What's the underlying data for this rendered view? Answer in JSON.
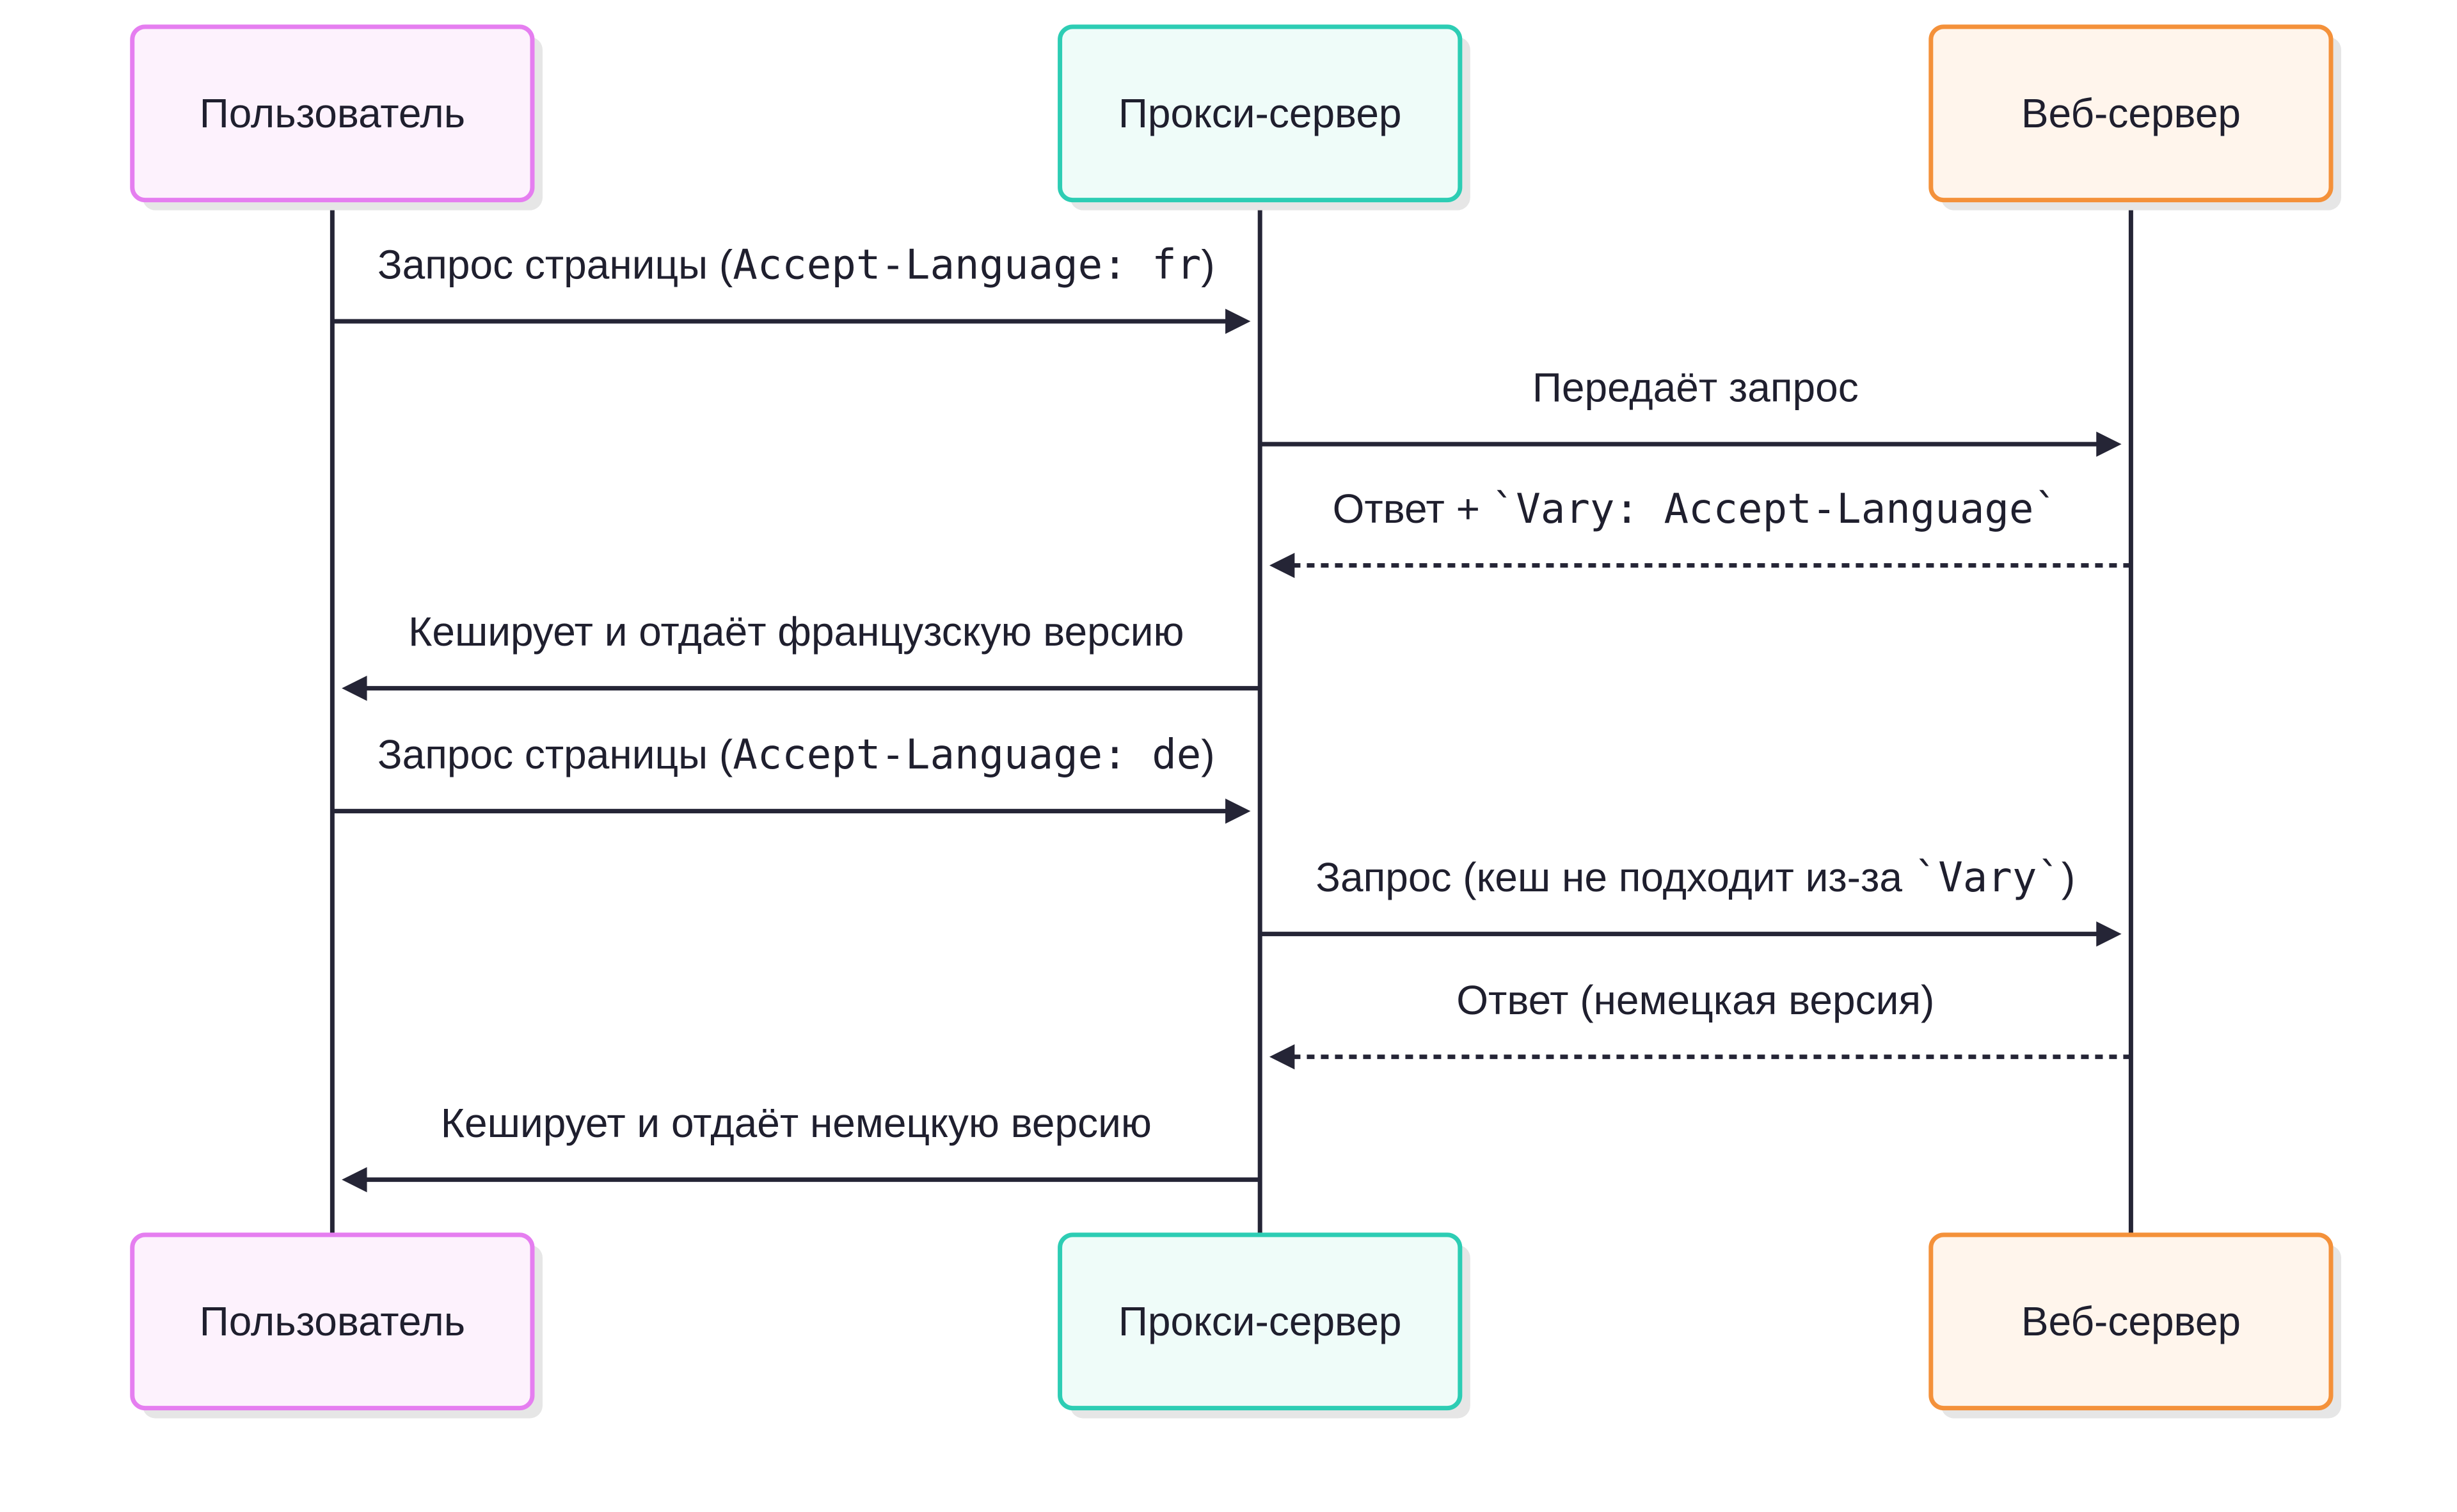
{
  "participants": [
    {
      "id": "user",
      "label": "Пользователь",
      "fill": "#fdf2fd",
      "stroke": "#e57ef0"
    },
    {
      "id": "proxy",
      "label": "Прокси-сервер",
      "fill": "#effcf9",
      "stroke": "#2dcdb4"
    },
    {
      "id": "web",
      "label": "Веб-сервер",
      "fill": "#fff5ec",
      "stroke": "#f4913a"
    }
  ],
  "messages": [
    {
      "from": "user",
      "to": "proxy",
      "style": "solid",
      "parts": [
        {
          "t": "Запрос страницы ("
        },
        {
          "t": "Accept-Language: fr",
          "mono": true
        },
        {
          "t": ")"
        }
      ]
    },
    {
      "from": "proxy",
      "to": "web",
      "style": "solid",
      "parts": [
        {
          "t": "Передаёт запрос"
        }
      ]
    },
    {
      "from": "web",
      "to": "proxy",
      "style": "dashed",
      "parts": [
        {
          "t": "Ответ + "
        },
        {
          "t": "`Vary: Accept-Language`",
          "mono": true
        }
      ]
    },
    {
      "from": "proxy",
      "to": "user",
      "style": "solid",
      "parts": [
        {
          "t": "Кеширует и отдаёт французскую версию"
        }
      ]
    },
    {
      "from": "user",
      "to": "proxy",
      "style": "solid",
      "parts": [
        {
          "t": "Запрос страницы ("
        },
        {
          "t": "Accept-Language: de",
          "mono": true
        },
        {
          "t": ")"
        }
      ]
    },
    {
      "from": "proxy",
      "to": "web",
      "style": "solid",
      "parts": [
        {
          "t": "Запрос (кеш не подходит из-за "
        },
        {
          "t": "`Vary`",
          "mono": true
        },
        {
          "t": ")"
        }
      ]
    },
    {
      "from": "web",
      "to": "proxy",
      "style": "dashed",
      "parts": [
        {
          "t": "Ответ (немецкая версия)"
        }
      ]
    },
    {
      "from": "proxy",
      "to": "user",
      "style": "solid",
      "parts": [
        {
          "t": "Кеширует и отдаёт немецкую версию"
        }
      ]
    }
  ],
  "colors": {
    "line": "#252536",
    "text": "#1f1f2e",
    "shadow": "#e6e6e6"
  }
}
